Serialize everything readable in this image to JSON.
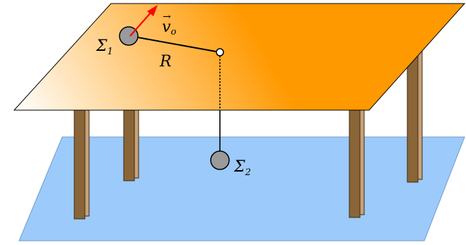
{
  "labels": {
    "mass1": "Σ",
    "mass1_sub": "1",
    "mass2": "Σ",
    "mass2_sub": "2",
    "radius": "R",
    "velocity": "v",
    "velocity_sub": "o",
    "velocity_arrow": "→"
  },
  "colors": {
    "floor": "#9ccafa",
    "table_top_light": "#ffffff",
    "table_top_dark": "#ff9900",
    "leg_front": "#8a6537",
    "leg_side": "#c9a27a",
    "mass": "#9a9a9a",
    "velocity_vector": "#ff0000",
    "string": "#000000"
  }
}
